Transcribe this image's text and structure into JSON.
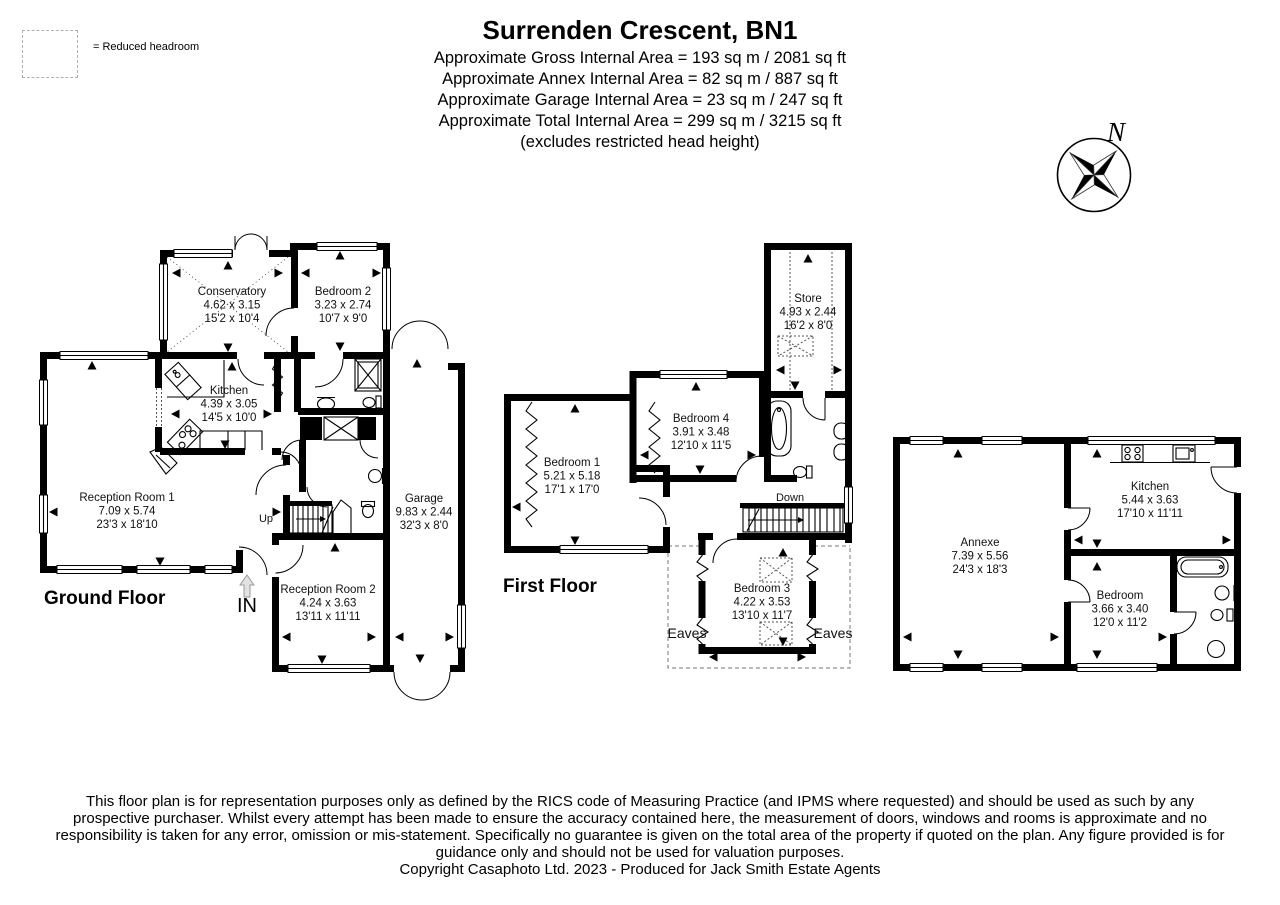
{
  "legend": {
    "label": "= Reduced headroom"
  },
  "header": {
    "title": "Surrenden Crescent, BN1",
    "line1": "Approximate Gross Internal Area = 193 sq m / 2081 sq ft",
    "line2": "Approximate Annex Internal Area = 82 sq m / 887 sq ft",
    "line3": "Approximate Garage Internal Area = 23 sq m / 247 sq ft",
    "line4": "Approximate Total Internal Area = 299 sq m / 3215 sq ft",
    "line5": "(excludes restricted head height)"
  },
  "compass": {
    "north": "N"
  },
  "floors": {
    "ground": {
      "label": "Ground Floor",
      "entrance": "IN",
      "stairs": "Up",
      "rooms": {
        "conservatory": {
          "name": "Conservatory",
          "metric": "4.62 x 3.15",
          "imperial": "15'2 x 10'4"
        },
        "bedroom2": {
          "name": "Bedroom 2",
          "metric": "3.23 x 2.74",
          "imperial": "10'7 x 9'0"
        },
        "kitchen": {
          "name": "Kitchen",
          "metric": "4.39 x 3.05",
          "imperial": "14'5 x 10'0"
        },
        "reception1": {
          "name": "Reception Room 1",
          "metric": "7.09 x 5.74",
          "imperial": "23'3 x 18'10"
        },
        "reception2": {
          "name": "Reception Room 2",
          "metric": "4.24 x 3.63",
          "imperial": "13'11 x 11'11"
        },
        "garage": {
          "name": "Garage",
          "metric": "9.83 x 2.44",
          "imperial": "32'3 x 8'0"
        }
      }
    },
    "first": {
      "label": "First Floor",
      "stairs": "Down",
      "eaves_left": "Eaves",
      "eaves_right": "Eaves",
      "rooms": {
        "store": {
          "name": "Store",
          "metric": "4.93 x 2.44",
          "imperial": "16'2 x 8'0"
        },
        "bedroom1": {
          "name": "Bedroom 1",
          "metric": "5.21 x 5.18",
          "imperial": "17'1 x 17'0"
        },
        "bedroom4": {
          "name": "Bedroom 4",
          "metric": "3.91 x 3.48",
          "imperial": "12'10 x 11'5"
        },
        "bedroom3": {
          "name": "Bedroom 3",
          "metric": "4.22 x 3.53",
          "imperial": "13'10 x 11'7"
        }
      }
    },
    "annexe": {
      "rooms": {
        "annexe": {
          "name": "Annexe",
          "metric": "7.39 x 5.56",
          "imperial": "24'3 x 18'3"
        },
        "kitchen": {
          "name": "Kitchen",
          "metric": "5.44 x 3.63",
          "imperial": "17'10 x 11'11"
        },
        "bedroom": {
          "name": "Bedroom",
          "metric": "3.66 x 3.40",
          "imperial": "12'0 x 11'2"
        }
      }
    }
  },
  "footer": {
    "disclaimer": "This floor plan is for representation purposes only as defined by the RICS code of Measuring Practice (and IPMS where requested) and should be used as such by any prospective purchaser. Whilst every attempt has been made to ensure the accuracy contained here, the measurement of doors, windows and rooms is approximate and no responsibility is taken for any error, omission or mis-statement. Specifically no guarantee is given on the total area of the property if quoted on the plan. Any figure provided is for guidance only and should not be used for valuation purposes.",
    "copyright": "Copyright Casaphoto Ltd. 2023 - Produced for Jack Smith Estate Agents"
  },
  "colors": {
    "wall": "#000000",
    "background": "#ffffff",
    "reduced_headroom_dash": "#555555"
  }
}
